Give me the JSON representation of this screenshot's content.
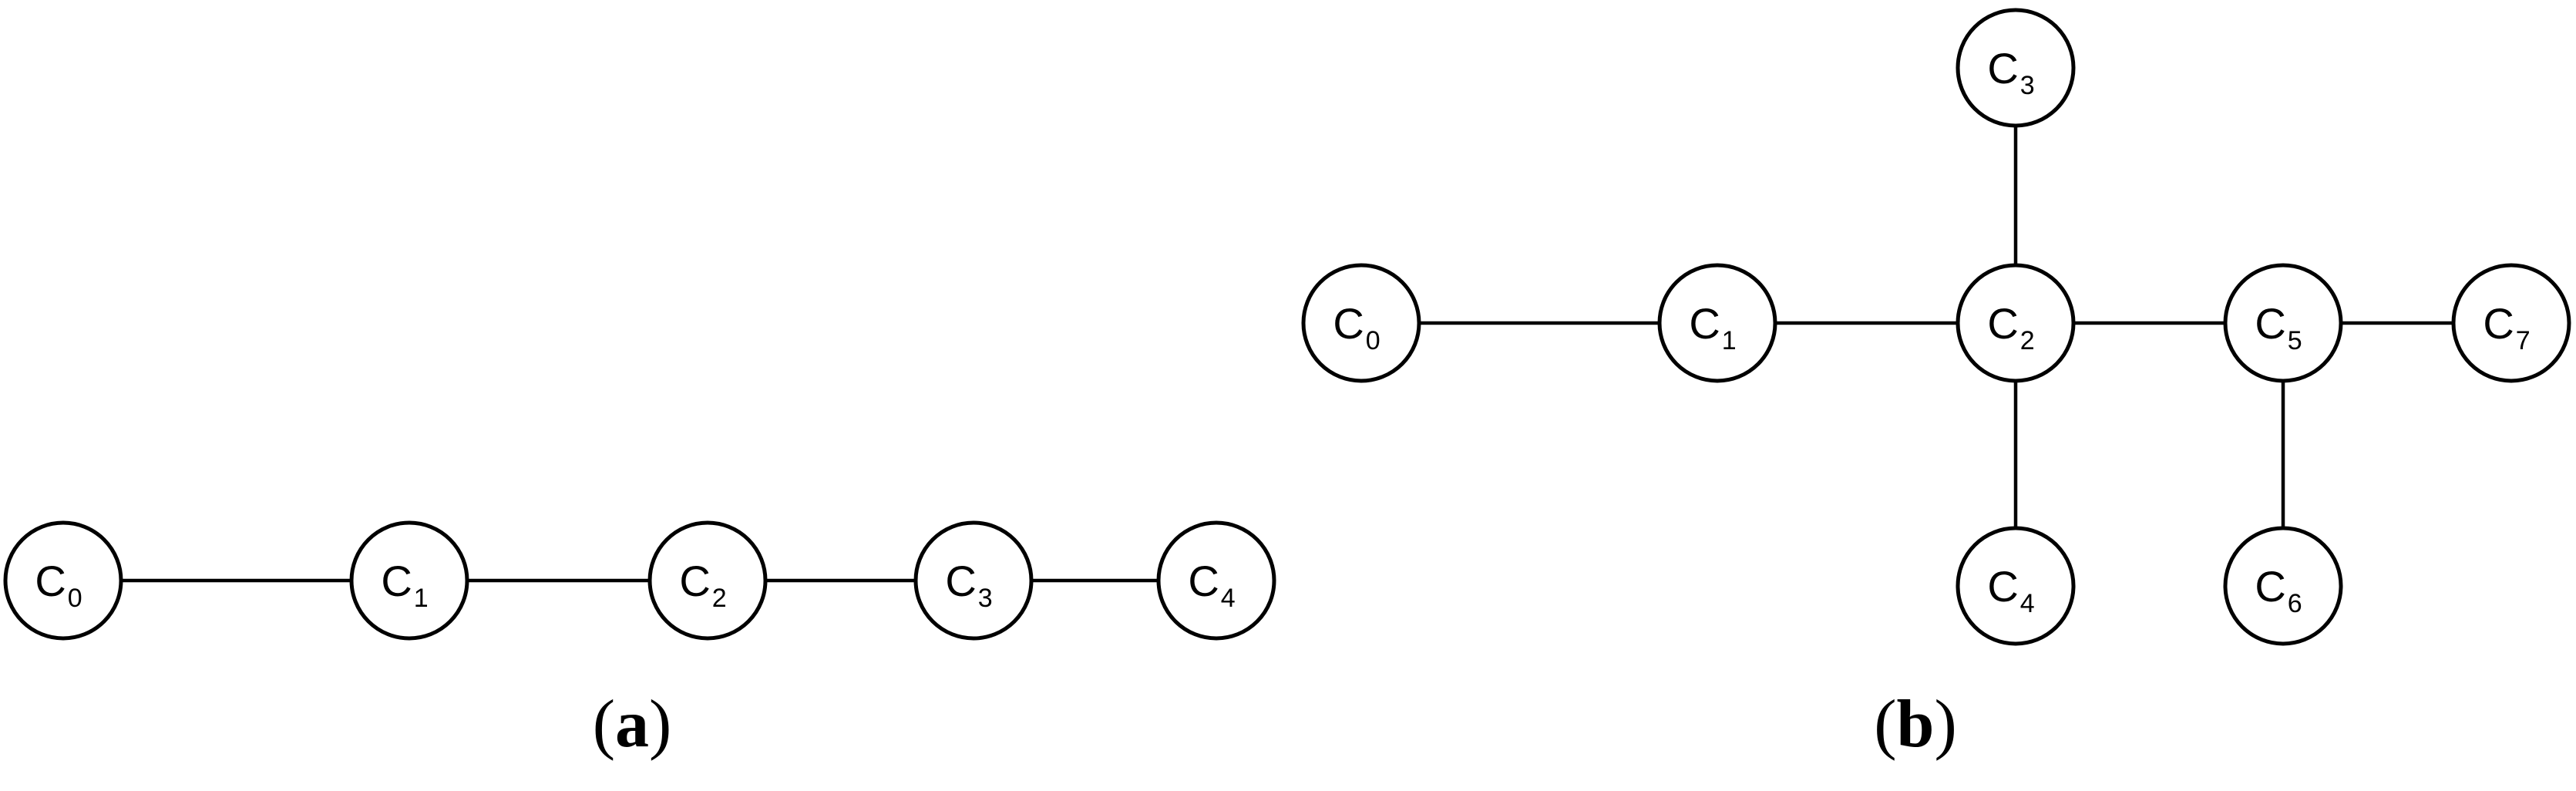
{
  "diagrams": [
    {
      "id": "a",
      "caption": {
        "open": "(",
        "letter": "a",
        "close": ")"
      },
      "nodes": [
        {
          "id": "a0",
          "letter": "C",
          "sub": "0"
        },
        {
          "id": "a1",
          "letter": "C",
          "sub": "1"
        },
        {
          "id": "a2",
          "letter": "C",
          "sub": "2"
        },
        {
          "id": "a3",
          "letter": "C",
          "sub": "3"
        },
        {
          "id": "a4",
          "letter": "C",
          "sub": "4"
        }
      ],
      "edges": [
        [
          "a0",
          "a1"
        ],
        [
          "a1",
          "a2"
        ],
        [
          "a2",
          "a3"
        ],
        [
          "a3",
          "a4"
        ]
      ]
    },
    {
      "id": "b",
      "caption": {
        "open": "(",
        "letter": "b",
        "close": ")"
      },
      "nodes": [
        {
          "id": "b0",
          "letter": "C",
          "sub": "0"
        },
        {
          "id": "b1",
          "letter": "C",
          "sub": "1"
        },
        {
          "id": "b2",
          "letter": "C",
          "sub": "2"
        },
        {
          "id": "b3",
          "letter": "C",
          "sub": "3"
        },
        {
          "id": "b4",
          "letter": "C",
          "sub": "4"
        },
        {
          "id": "b5",
          "letter": "C",
          "sub": "5"
        },
        {
          "id": "b6",
          "letter": "C",
          "sub": "6"
        },
        {
          "id": "b7",
          "letter": "C",
          "sub": "7"
        }
      ],
      "edges": [
        [
          "b0",
          "b1"
        ],
        [
          "b1",
          "b2"
        ],
        [
          "b2",
          "b3"
        ],
        [
          "b2",
          "b4"
        ],
        [
          "b2",
          "b5"
        ],
        [
          "b5",
          "b6"
        ],
        [
          "b5",
          "b7"
        ]
      ]
    }
  ]
}
